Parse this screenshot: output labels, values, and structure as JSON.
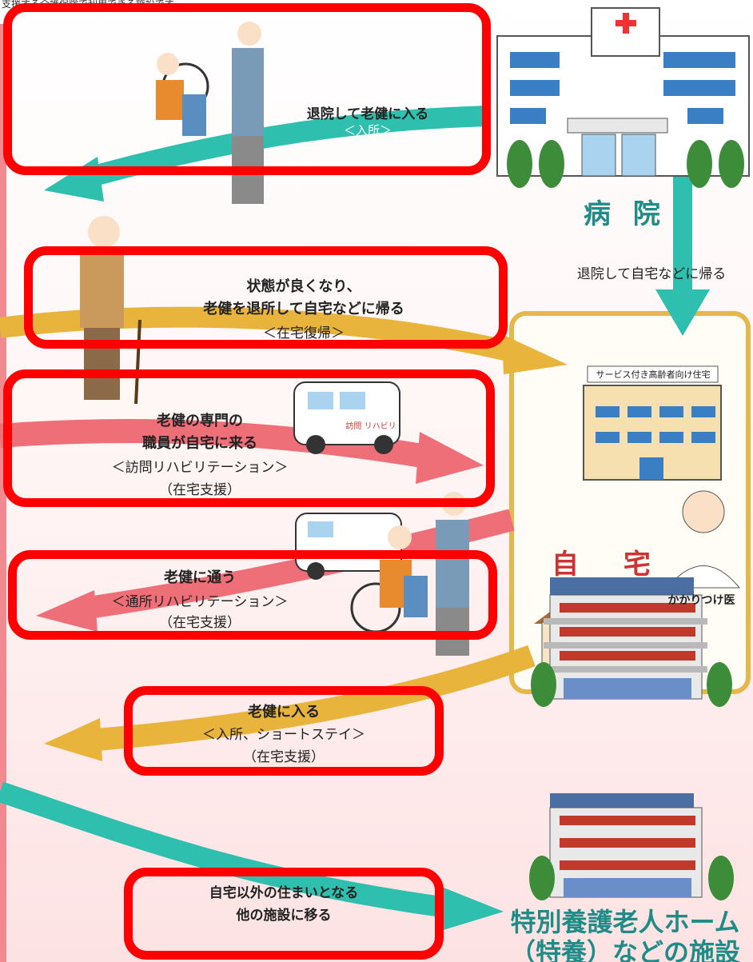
{
  "top_note": "支援する介護保険で利用できる施設です",
  "places": {
    "hospital": "病 院",
    "home": "自 宅",
    "service_housing_sign": "サービス付き高齢者向け住宅",
    "doctor": "かかりつけ医",
    "facility_line1": "特別養護老人ホーム",
    "facility_line2": "（特養）などの施設",
    "van_text": "訪問 リハビリ"
  },
  "flows": {
    "admit_from_hospital": {
      "line1": "退院して老健に入る",
      "line2": "＜入所＞"
    },
    "hospital_to_home": "退院して自宅などに帰る",
    "return_home": {
      "line1": "状態が良くなり、",
      "line2": "老健を退所して自宅などに帰る",
      "line3": "＜在宅復帰＞"
    },
    "home_visit": {
      "line1": "老健の専門の",
      "line2": "職員が自宅に来る",
      "line3": "＜訪問リハビリテーション＞",
      "line4": "（在宅支援）"
    },
    "day_care": {
      "line1": "老健に通う",
      "line2": "＜通所リハビリテーション＞",
      "line3": "（在宅支援）"
    },
    "short_stay": {
      "line1": "老健に入る",
      "line2": "＜入所、ショートステイ＞",
      "line3": "（在宅支援）"
    },
    "other_facility": {
      "line1": "自宅以外の住まいとなる",
      "line2": "他の施設に移る"
    }
  },
  "colors": {
    "teal_arrow": "#2ebfae",
    "yellow_arrow": "#e8b43c",
    "pink_arrow": "#ef6f78",
    "highlight_frame": "#ff0000",
    "home_panel_border": "#e4b84a"
  }
}
